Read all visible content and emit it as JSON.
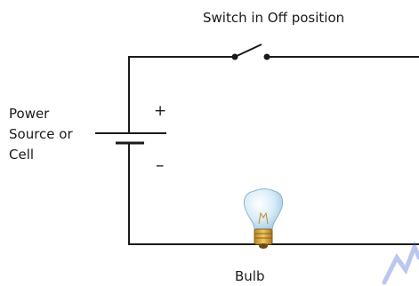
{
  "title": "Switch in Off position",
  "power_source_label": [
    "Power",
    "Source or",
    "Cell"
  ],
  "plus_sign": "+",
  "minus_sign": "–",
  "bulb_label": "Bulb",
  "colors": {
    "wire": "#1a1a1a",
    "bulb_glass": "#cfe6f5",
    "bulb_base": "#d9a441",
    "watermark": "#3a5fd0"
  },
  "icons": [
    "switch-symbol",
    "battery-symbol",
    "light-bulb-icon"
  ]
}
